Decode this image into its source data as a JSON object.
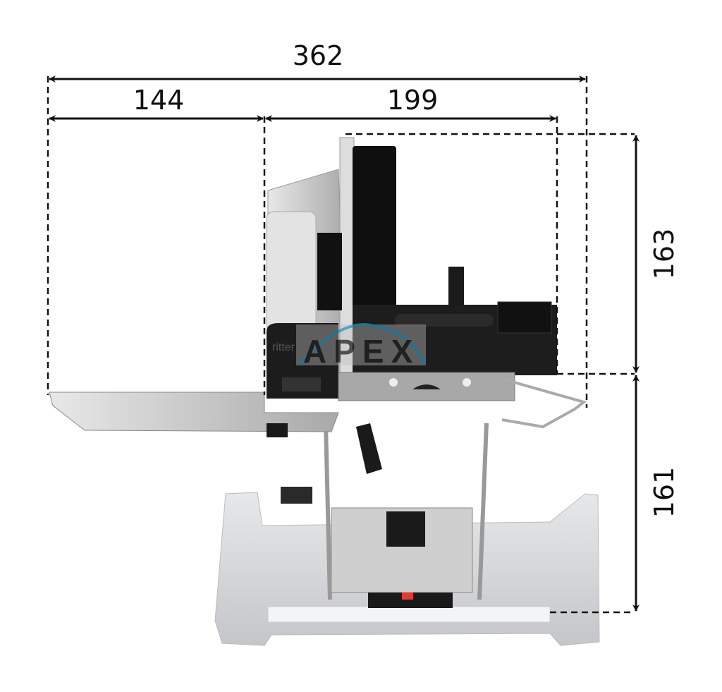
{
  "dimensions": {
    "overall_width": "362",
    "left_width": "144",
    "right_width": "199",
    "upper_height": "163",
    "lower_height": "161"
  },
  "product": {
    "brand_label": "ritter",
    "watermark": "APEX"
  },
  "colors": {
    "line": "#111111",
    "body_black": "#1a1a1a",
    "metal": "#b9b9b9",
    "tray": "#d4d6d8",
    "watermark_blue": "#2a8fb8"
  }
}
